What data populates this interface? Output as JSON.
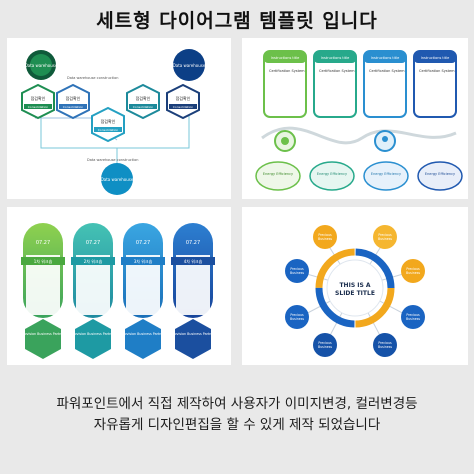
{
  "header": {
    "title": "세트형 다이어그램 템플릿 입니다"
  },
  "panel1": {
    "nodes": [
      "Data warehouse",
      "Data warehouse",
      "Data warehouse"
    ],
    "top_caption": "Data warehouse construction",
    "bottom_caption": "Data warehouse construction",
    "hex_labels": [
      "점검확인",
      "점검확인",
      "점검확인",
      "점검확인",
      "점검확인"
    ],
    "bar_labels": [
      "Consolidation",
      "Consolidation",
      "Consolidation",
      "Consolidation",
      "Consolidation"
    ]
  },
  "panel2": {
    "headers": [
      "Instructions title",
      "Instructions title",
      "Instructions title",
      "Instructions title"
    ],
    "box_title": "Certification System",
    "efficiency": [
      "Energy Efficiency",
      "Energy Efficiency",
      "Energy Efficiency",
      "Energy Efficiency"
    ]
  },
  "panel3": {
    "dates": [
      "07.27",
      "07.27",
      "07.27",
      "07.27"
    ],
    "steps": [
      "1차 워크숍",
      "2차 워크숍",
      "3차 워크숍",
      "4차 워크숍"
    ],
    "hex_titles": [
      "Provision Business Partner",
      "Provision Business Partner",
      "Provision Business Partner",
      "Provision Business Partner"
    ]
  },
  "panel4": {
    "center_line1": "THIS IS A",
    "center_line2": "SLIDE TITLE",
    "satellite_lines": [
      "Precious",
      "Business",
      "Partner"
    ]
  },
  "caption": {
    "line1": "파워포인트에서 직접 제작하여 사용자가 이미지변경, 컬러변경등",
    "line2": "자유롭게 디자인편집을 할 수 있게 제작 되었습니다"
  }
}
